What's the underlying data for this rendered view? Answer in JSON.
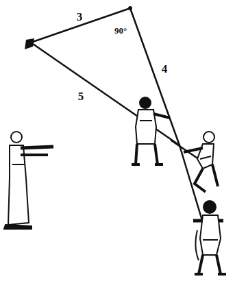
{
  "diagram": {
    "labels": [
      "3",
      "4",
      "5",
      "90°"
    ]
  }
}
